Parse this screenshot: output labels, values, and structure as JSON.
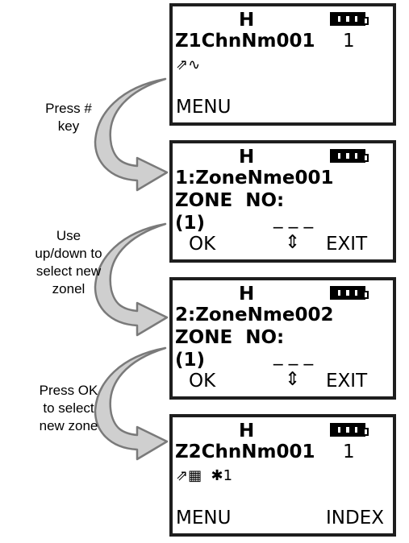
{
  "labels": {
    "step1": [
      "Press #",
      "key"
    ],
    "step2": [
      "Use",
      "up/down to",
      "select new",
      "zonel"
    ],
    "step3": [
      "Press OK",
      "to select",
      "new zone"
    ]
  },
  "screens": [
    {
      "header": "H",
      "line1": "Z1ChnNm001",
      "line1_num": "1",
      "line2": "⇗∿",
      "softkey_left": "MENU",
      "softkey_right": ""
    },
    {
      "header": "H",
      "line1": "1:ZoneNme001",
      "line2": "ZONE  NO:",
      "line3": "(1)",
      "dashes": "_ _ _",
      "softkey_left": "OK",
      "updown": "⇕",
      "softkey_right": "EXIT"
    },
    {
      "header": "H",
      "line1": "2:ZoneNme002",
      "line2": "ZONE  NO:",
      "line3": "(1)",
      "dashes": "_ _ _",
      "softkey_left": "OK",
      "updown": "⇕",
      "softkey_right": "EXIT"
    },
    {
      "header": "H",
      "line1": "Z2ChnNm001",
      "line1_num": "1",
      "line2": "⇗▦  ✱1",
      "softkey_left": "MENU",
      "softkey_right": "INDEX"
    }
  ],
  "colors": {
    "arrow_fill": "#cfcfcf",
    "arrow_stroke": "#7a7a7a",
    "border": "#1e1e1e"
  }
}
